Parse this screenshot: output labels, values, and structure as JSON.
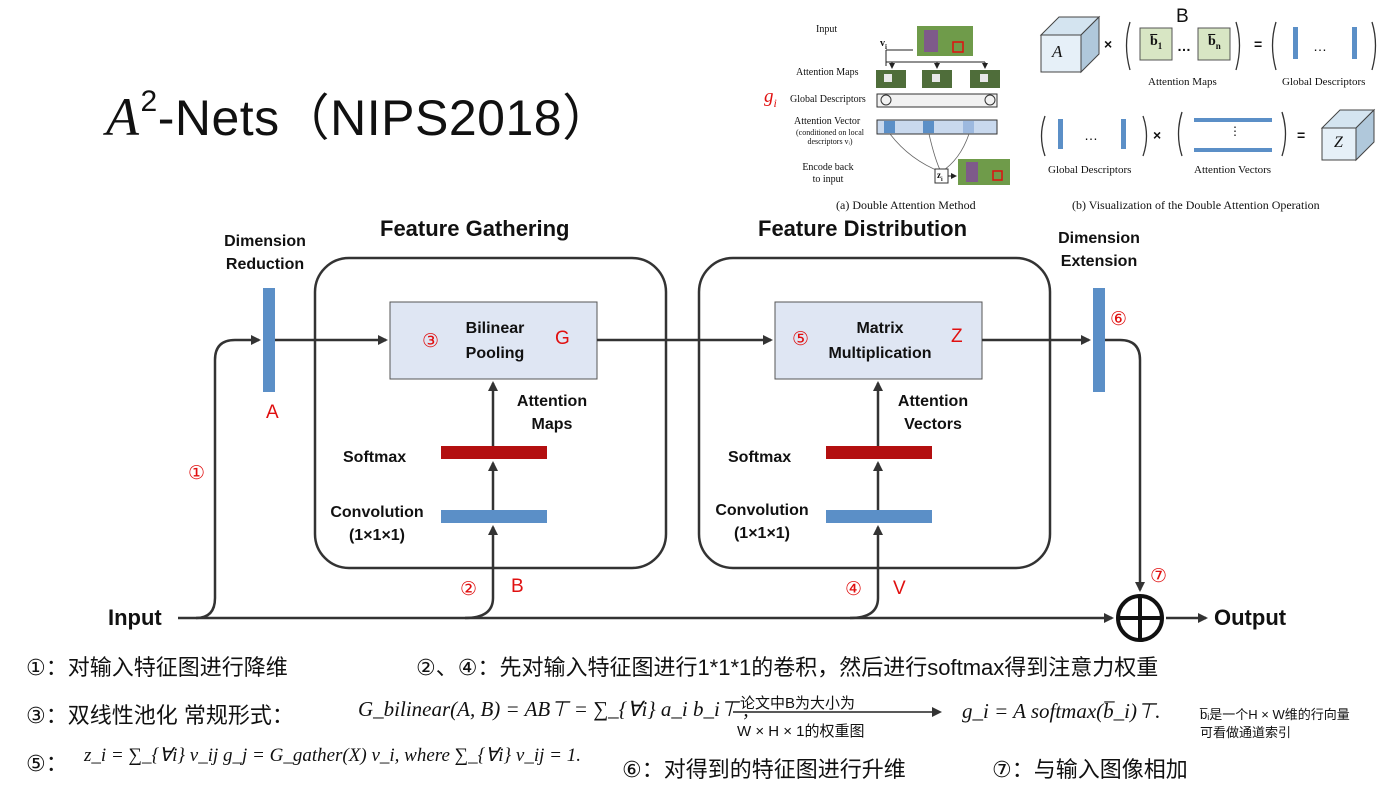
{
  "title": {
    "base": "A",
    "sup": "2",
    "rest": "-Nets（NIPS2018）"
  },
  "top_left_figure": {
    "labels": {
      "input": "Input",
      "attention_maps": "Attention Maps",
      "g_i": "g",
      "g_i_sub": "i",
      "global_descriptors": "Global Descriptors",
      "attention_vector": "Attention Vector",
      "attention_vector_note": "(conditioned on local descriptors vᵢ)",
      "encode_back": "Encode back to input",
      "v_i": "v",
      "v_i_sub": "i",
      "z_i": "z",
      "z_i_sub": "i"
    },
    "caption": "(a) Double Attention Method"
  },
  "top_right_figure": {
    "b_label": "B",
    "row1": {
      "A": "A",
      "b1": "b̅",
      "b1_sub": "1",
      "bn": "b̅",
      "bn_sub": "n",
      "times": "×",
      "equals": "=",
      "attention_maps": "Attention Maps",
      "global_descriptors": "Global Descriptors"
    },
    "row2": {
      "Z": "Z",
      "times": "×",
      "equals": "=",
      "global_descriptors": "Global Descriptors",
      "attention_vectors": "Attention Vectors"
    },
    "caption": "(b) Visualization of the Double Attention Operation"
  },
  "diagram": {
    "headers": {
      "feature_gathering": "Feature Gathering",
      "feature_distribution": "Feature Distribution"
    },
    "dimension_reduction": [
      "Dimension",
      "Reduction"
    ],
    "dimension_extension": [
      "Dimension",
      "Extension"
    ],
    "bilinear_pooling": [
      "Bilinear",
      "Pooling"
    ],
    "matrix_multiplication": [
      "Matrix",
      "Multiplication"
    ],
    "attention_maps": [
      "Attention",
      "Maps"
    ],
    "attention_vectors": [
      "Attention",
      "Vectors"
    ],
    "softmax": "Softmax",
    "convolution": [
      "Convolution",
      "(1×1×1)"
    ],
    "input": "Input",
    "output": "Output",
    "marks": {
      "A": "A",
      "G": "G",
      "Z": "Z",
      "B": "B",
      "V": "V",
      "n1": "①",
      "n2": "②",
      "n3": "③",
      "n4": "④",
      "n5": "⑤",
      "n6": "⑥",
      "n7": "⑦"
    },
    "colors": {
      "blue_bar": "#5b8fc7",
      "red_bar": "#b30f10",
      "box_fill": "#dfe6f3",
      "annotation_red": "#e01010"
    }
  },
  "notes": {
    "n1": "①：对输入特征图进行降维",
    "n24": "②、④：先对输入特征图进行1*1*1的卷积，然后进行softmax得到注意力权重",
    "n3": "③：双线性池化  常规形式：",
    "formula_bilinear": "G_bilinear(A, B) = AB⊤ = ∑_{∀i} a_i b_i⊤ ,",
    "arrow_note_1": "论文中B为大小为",
    "arrow_note_2": "W × H × 1的权重图",
    "formula_gi": "g_i = A softmax(b̅_i)⊤.",
    "side_note_1": "b̅ᵢ是一个H × W维的行向量",
    "side_note_2": "可看做通道索引",
    "n5": "⑤：",
    "formula_zi": "z_i = ∑_{∀i} v_ij g_j = G_gather(X) v_i,  where ∑_{∀i} v_ij = 1.",
    "n6": "⑥：对得到的特征图进行升维",
    "n7": "⑦：与输入图像相加"
  }
}
